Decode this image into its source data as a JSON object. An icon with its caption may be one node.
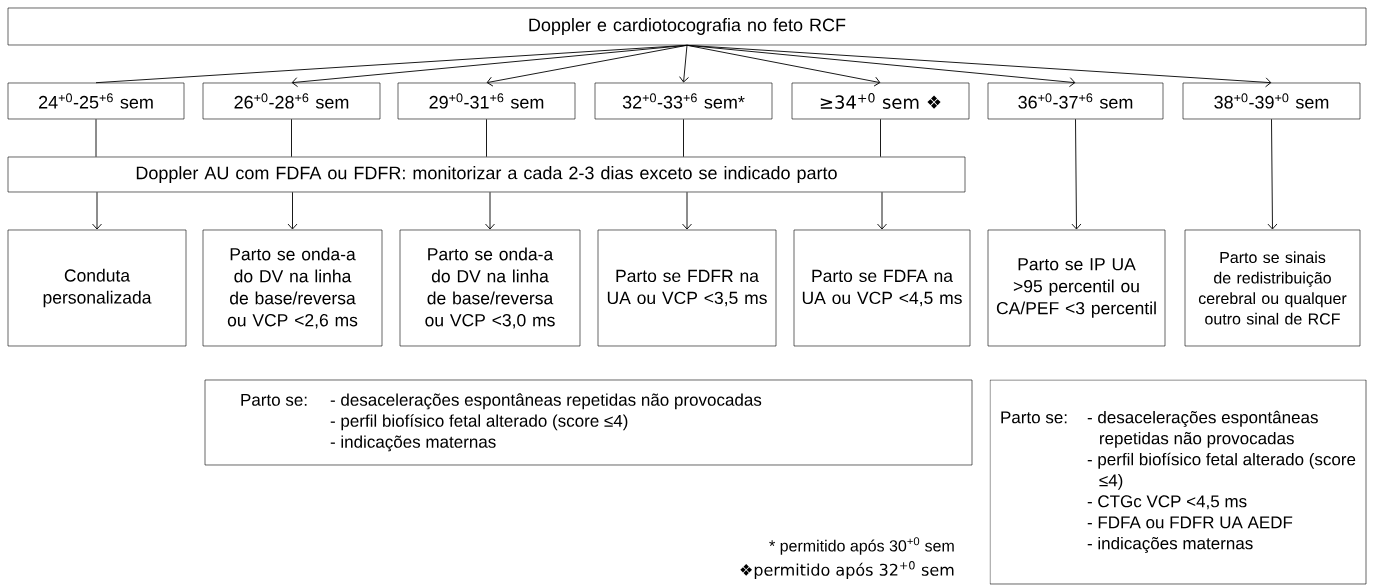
{
  "diagram": {
    "nodes": [
      {
        "text": [
          "Doppler e cardiotocografia no feto RCF"
        ]
      },
      {
        "text": [
          "24$^{+0}$-25$^{+6}$ sem"
        ]
      },
      {
        "text": [
          "26$^{+0}$-28$^{+6}$ sem"
        ]
      },
      {
        "text": [
          "29$^{+0}$-31$^{+6}$ sem"
        ]
      },
      {
        "text": [
          "32$^{+0}$-33$^{+6}$ sem*"
        ]
      },
      {
        "text": [
          "≥34$^{+0}$ sem ❖"
        ]
      },
      {
        "text": [
          "36$^{+0}$-37$^{+6}$ sem"
        ]
      },
      {
        "text": [
          "38$^{+0}$-39$^{+0}$ sem"
        ]
      },
      {
        "text": [
          "Doppler AU com FDFA ou FDFR: monitorizar a cada 2-3 dias exceto se indicado parto"
        ]
      },
      {
        "text": [
          "Conduta personalizada"
        ]
      },
      {
        "text": [
          "Parto se onda-a do DV na linha de base/reversa ou VCP <2,6 ms"
        ]
      },
      {
        "text": [
          "Parto se onda-a do DV na linha de base/reversa ou VCP <3,0 ms"
        ]
      },
      {
        "text": [
          "Parto se FDFR na UA ou VCP <3,5 ms"
        ]
      },
      {
        "text": [
          "Parto se FDFA na UA ou VCP <4,5 ms"
        ]
      },
      {
        "text": [
          "Parto se IP UA >95 percentil ou CA/PEF <3 percentil"
        ]
      },
      {
        "text": [
          "Parto se sinais de redistribuição cerebral ou qualquer outro sinal de RCF"
        ]
      },
      {
        "text": [
          "Parto se:",
          "- desacelerações espontâneas repetidas não provocadas",
          "- perfil biofísico fetal alterado (score ≤4)",
          "- indicações maternas"
        ]
      },
      {
        "text": [
          "Parto se:",
          "- desacelerações espontâneas repetidas não provocadas",
          "- perfil biofísico fetal alterado (score ≤4)",
          "- CTGc VCP <4,5 ms",
          "- FDFA ou FDFR UA AEDF",
          "- indicações maternas"
        ]
      }
    ],
    "edges": [
      {
        "from": 0,
        "to": 1,
        "arrow": "none"
      },
      {
        "from": 0,
        "to": 2,
        "arrow": "to"
      },
      {
        "from": 0,
        "to": 3,
        "arrow": "to"
      },
      {
        "from": 0,
        "to": 4,
        "arrow": "to"
      },
      {
        "from": 0,
        "to": 5,
        "arrow": "to"
      },
      {
        "from": 0,
        "to": 6,
        "arrow": "to"
      },
      {
        "from": 0,
        "to": 7,
        "arrow": "to"
      },
      {
        "from": 1,
        "to": 8,
        "arrow": "none"
      },
      {
        "from": 2,
        "to": 8,
        "arrow": "none"
      },
      {
        "from": 3,
        "to": 8,
        "arrow": "none"
      },
      {
        "from": 4,
        "to": 8,
        "arrow": "none"
      },
      {
        "from": 5,
        "to": 8,
        "arrow": "none"
      },
      {
        "from": 8,
        "to": 9,
        "arrow": "to"
      },
      {
        "from": 8,
        "to": 10,
        "arrow": "to"
      },
      {
        "from": 8,
        "to": 11,
        "arrow": "to"
      },
      {
        "from": 8,
        "to": 12,
        "arrow": "to"
      },
      {
        "from": 8,
        "to": 13,
        "arrow": "to"
      },
      {
        "from": 6,
        "to": 14,
        "arrow": "to"
      },
      {
        "from": 7,
        "to": 15,
        "arrow": "to"
      }
    ],
    "labels": [
      "* permitido após 30$^{+0}$ sem",
      "❖permitido após 32$^{+0}$ sem"
    ]
  }
}
